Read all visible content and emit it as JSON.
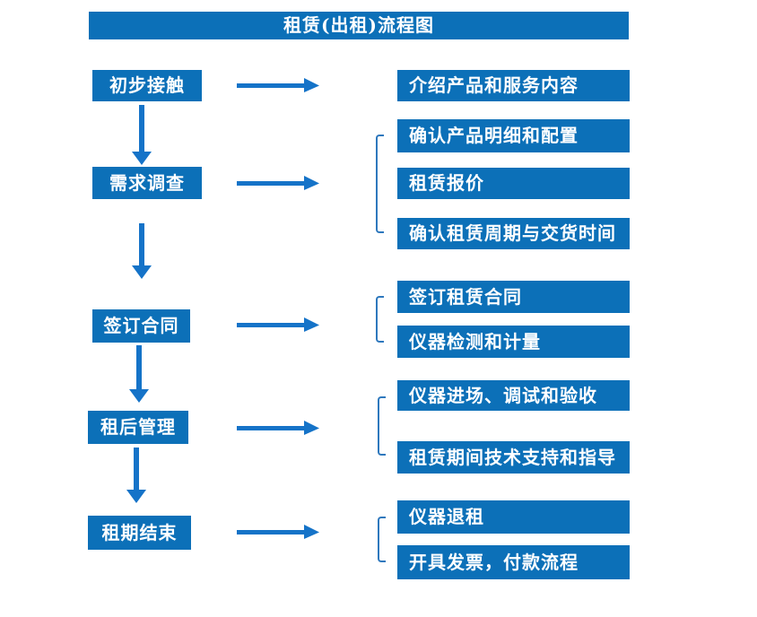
{
  "title": "租赁(出租)流程图",
  "colors": {
    "box": "#0c70b8",
    "arrow": "#1573c8",
    "bracket": "#2e78bd",
    "text": "#ffffff",
    "background": "#ffffff"
  },
  "steps": [
    {
      "label": "初步接触",
      "details": [
        "介绍产品和服务内容"
      ]
    },
    {
      "label": "需求调查",
      "details": [
        "确认产品明细和配置",
        "租赁报价",
        "确认租赁周期与交货时间"
      ]
    },
    {
      "label": "签订合同",
      "details": [
        "签订租赁合同",
        "仪器检测和计量"
      ]
    },
    {
      "label": "租后管理",
      "details": [
        "仪器进场、调试和验收",
        "租赁期间技术支持和指导"
      ]
    },
    {
      "label": "租期结束",
      "details": [
        "仪器退租",
        "开具发票，付款流程"
      ]
    }
  ]
}
